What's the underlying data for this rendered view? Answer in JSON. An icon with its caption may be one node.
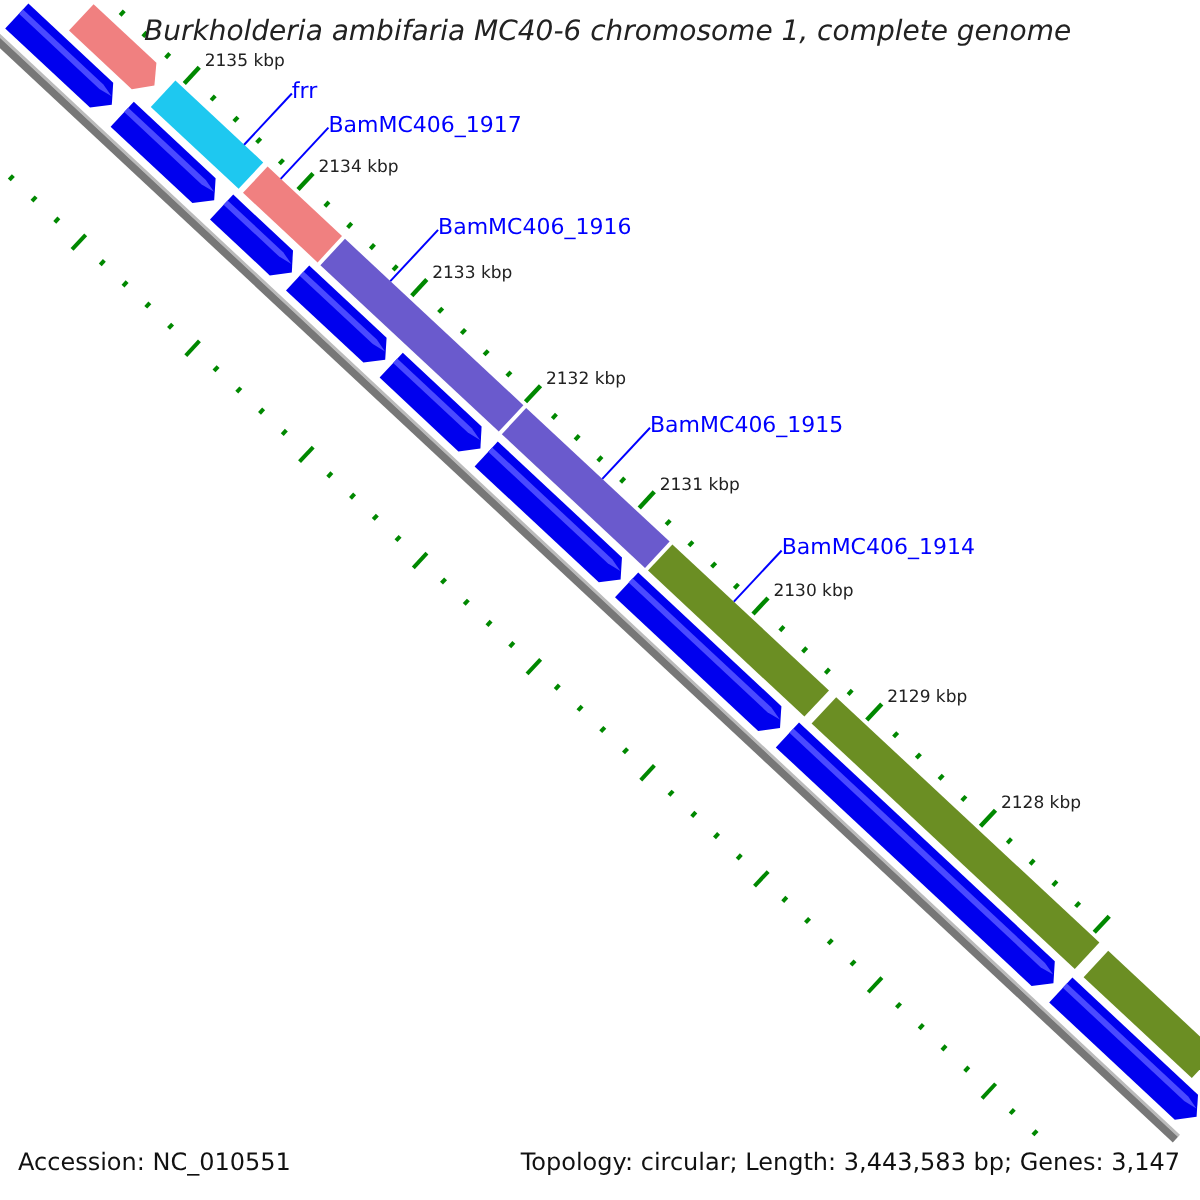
{
  "diagram": {
    "title": "Burkholderia ambifaria MC40-6 chromosome 1, complete genome",
    "nodes": [
      {
        "text": [
          "frr"
        ]
      },
      {
        "text": [
          "BamMC406_1917"
        ]
      },
      {
        "text": [
          "BamMC406_1916"
        ]
      },
      {
        "text": [
          "BamMC406_1915"
        ]
      },
      {
        "text": [
          "BamMC406_1914"
        ]
      },
      {
        "text": [],
        "shape": "arrow"
      },
      {
        "text": [],
        "shape": "bar"
      },
      {
        "text": [],
        "shape": "bar"
      },
      {
        "text": [],
        "shape": "bar"
      },
      {
        "text": [],
        "shape": "bar"
      },
      {
        "text": [],
        "shape": "bar"
      },
      {
        "text": [],
        "shape": "bar"
      },
      {
        "text": [],
        "shape": "bar"
      },
      {
        "text": [],
        "shape": "arrow"
      },
      {
        "text": [],
        "shape": "arrow"
      },
      {
        "text": [],
        "shape": "arrow"
      },
      {
        "text": [],
        "shape": "arrow"
      },
      {
        "text": [],
        "shape": "arrow"
      },
      {
        "text": [],
        "shape": "arrow"
      },
      {
        "text": [],
        "shape": "arrow"
      },
      {
        "text": [],
        "shape": "arrow"
      },
      {
        "text": [],
        "shape": "arrow"
      }
    ],
    "edges": [
      {
        "from": 0,
        "to": 6,
        "arrow": "none"
      },
      {
        "from": 1,
        "to": 7,
        "arrow": "none"
      },
      {
        "from": 2,
        "to": 8,
        "arrow": "none"
      },
      {
        "from": 3,
        "to": 9,
        "arrow": "none"
      },
      {
        "from": 4,
        "to": 10,
        "arrow": "none"
      }
    ],
    "labels": [
      "2135 kbp",
      "2134 kbp",
      "2133 kbp",
      "2132 kbp",
      "2131 kbp",
      "2130 kbp",
      "2129 kbp",
      "2128 kbp",
      "Accession: NC_010551",
      "Topology: circular; Length: 3,443,583 bp; Genes: 3,147"
    ]
  }
}
